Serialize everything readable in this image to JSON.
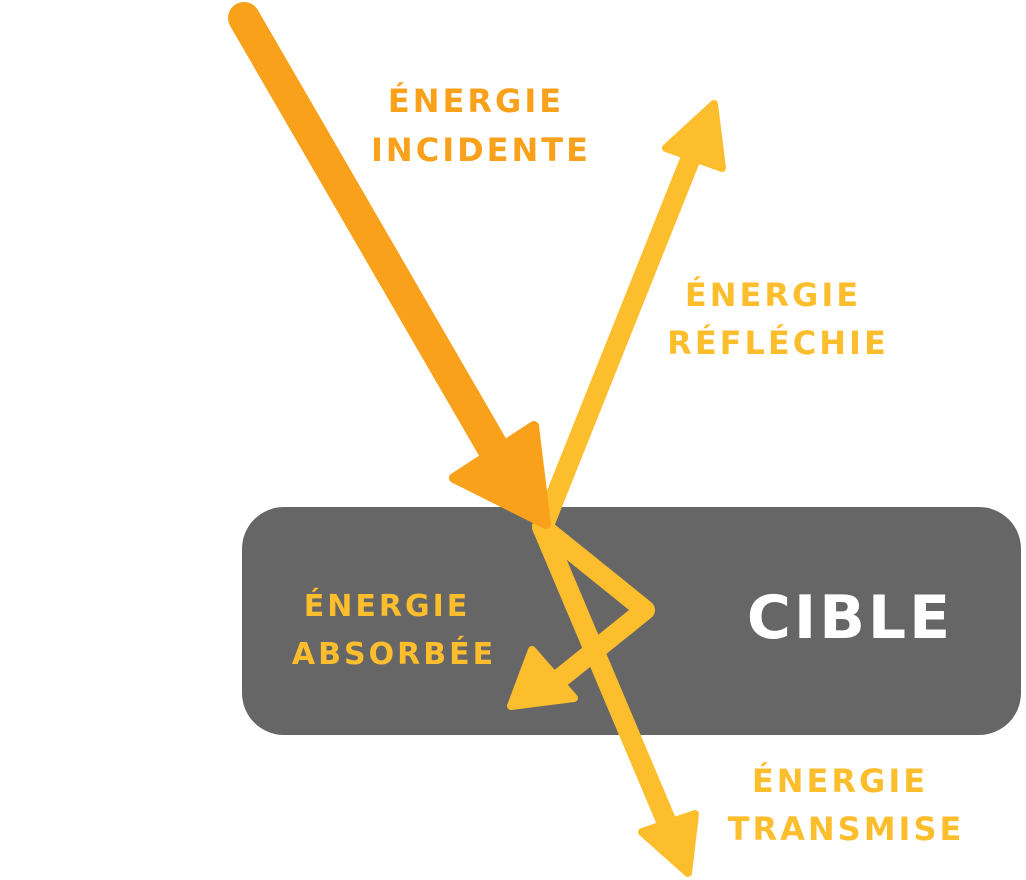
{
  "target": {
    "label": "CIBLE"
  },
  "labels": {
    "incident": {
      "line1": "ÉNERGIE",
      "line2": "INCIDENTE"
    },
    "reflected": {
      "line1": "ÉNERGIE",
      "line2": "RÉFLÉCHIE"
    },
    "absorbed": {
      "line1": "ÉNERGIE",
      "line2": "ABSORBÉE"
    },
    "transmitted": {
      "line1": "ÉNERGIE",
      "line2": "TRANSMISE"
    }
  },
  "colors": {
    "incident": "#F9A11B",
    "secondary": "#FDBE2E",
    "target_fill": "#666666",
    "target_text": "#FFFFFF",
    "background": "#FFFFFF"
  }
}
